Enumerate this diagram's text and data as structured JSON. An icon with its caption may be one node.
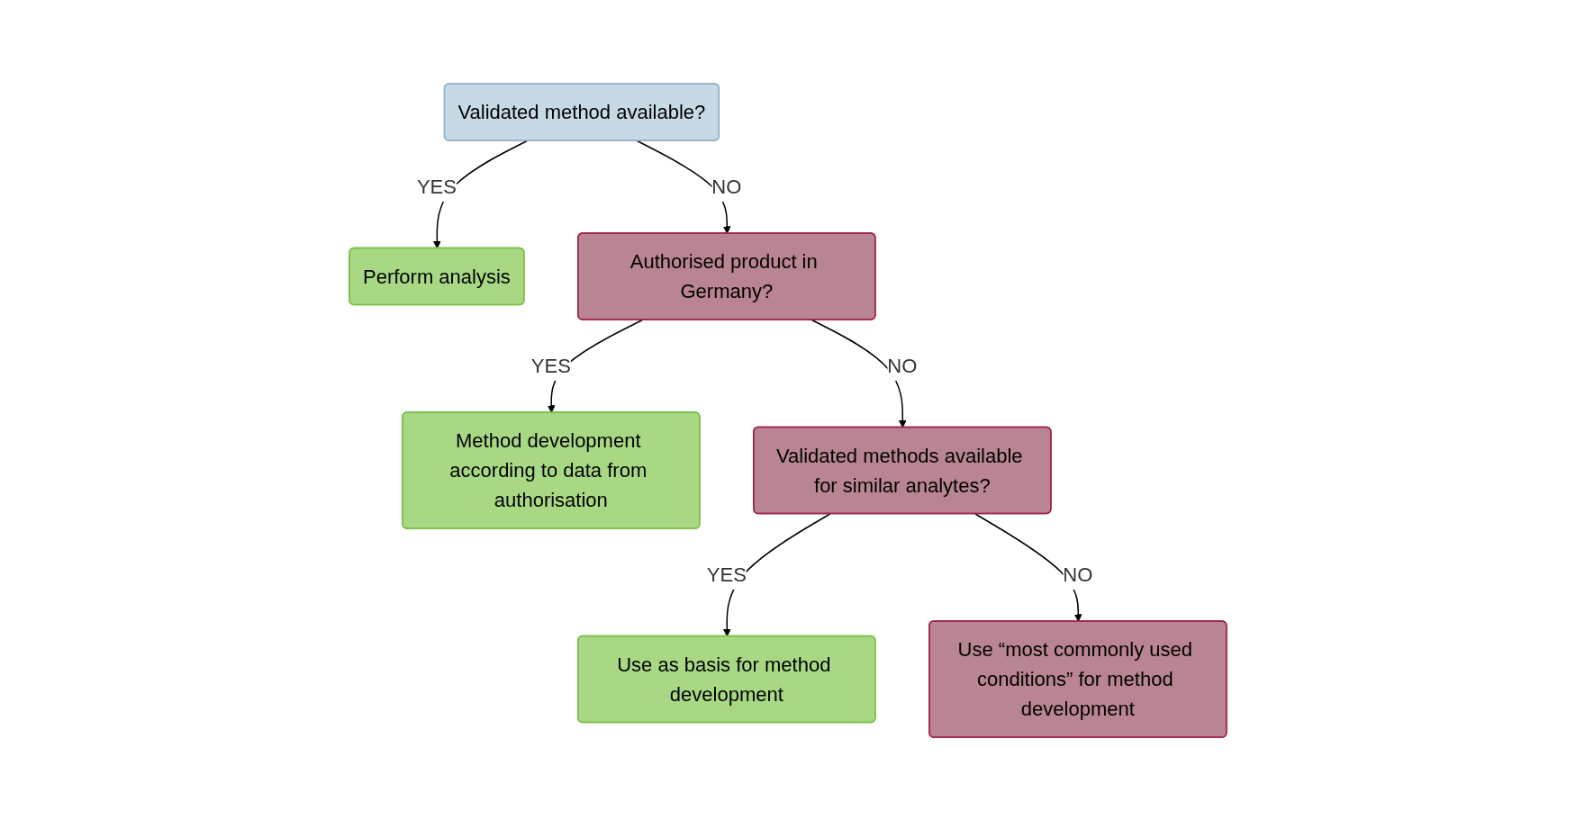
{
  "diagram": {
    "nodes": [
      {
        "text": [
          "Perform analysis"
        ]
      },
      {
        "text": [
          "Validated method available?"
        ]
      },
      {
        "text": [
          "Authorised product in Germany?"
        ]
      },
      {
        "text": [
          "Method development according to data from authorisation"
        ]
      },
      {
        "text": [
          "Validated methods available for similar analytes?"
        ]
      },
      {
        "text": [
          "Use as basis for method development"
        ]
      },
      {
        "text": [
          "Use “most commonly used conditions” for method development"
        ]
      }
    ],
    "edges": [
      {
        "from": 1,
        "to": 0,
        "arrow": "to",
        "label": "YES"
      },
      {
        "from": 1,
        "to": 2,
        "arrow": "to",
        "label": "NO"
      },
      {
        "from": 2,
        "to": 3,
        "arrow": "to",
        "label": "YES"
      },
      {
        "from": 2,
        "to": 4,
        "arrow": "to",
        "label": "NO"
      },
      {
        "from": 4,
        "to": 5,
        "arrow": "to",
        "label": "YES"
      },
      {
        "from": 4,
        "to": 6,
        "arrow": "to",
        "label": "NO"
      }
    ]
  }
}
